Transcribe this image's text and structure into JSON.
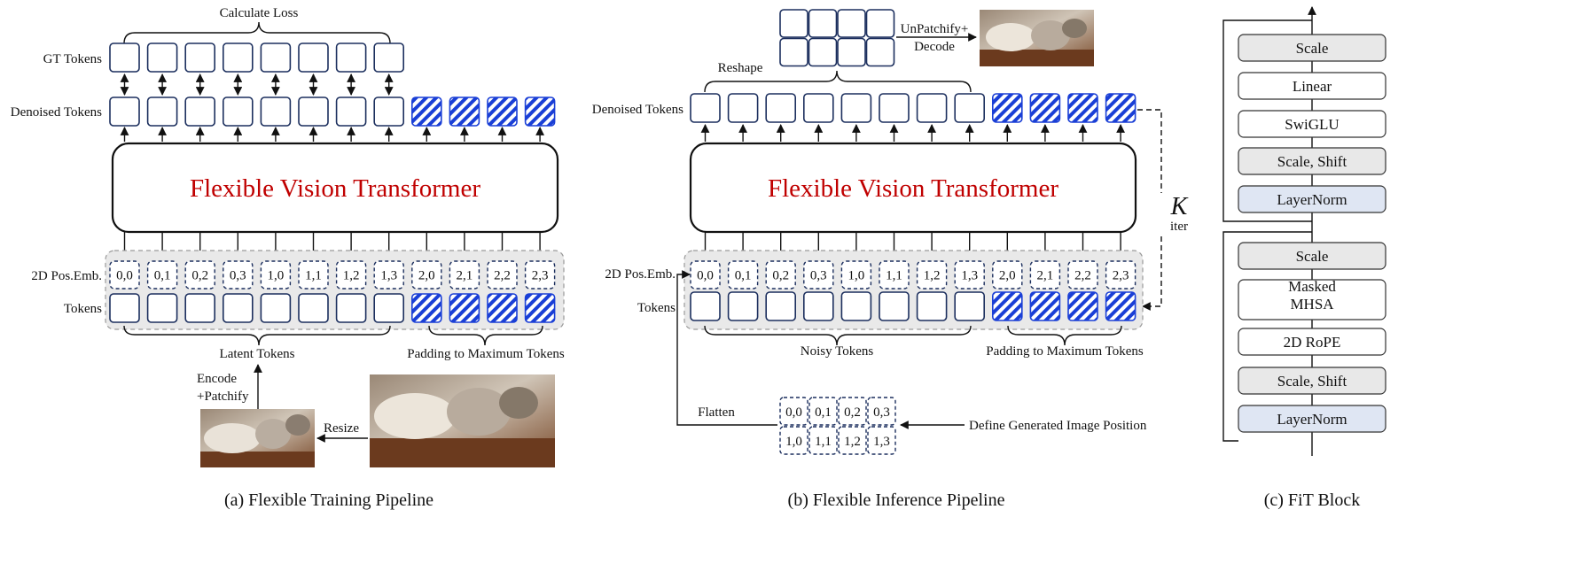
{
  "panel_a": {
    "calculate_loss": "Calculate Loss",
    "gt_tokens": "GT Tokens",
    "denoised_tokens": "Denoised Tokens",
    "model_title": "Flexible Vision Transformer",
    "pos_emb": "2D Pos.Emb.",
    "tokens": "Tokens",
    "positions": [
      "0,0",
      "0,1",
      "0,2",
      "0,3",
      "1,0",
      "1,1",
      "1,2",
      "1,3",
      "2,0",
      "2,1",
      "2,2",
      "2,3"
    ],
    "latent_tokens": "Latent Tokens",
    "padding": "Padding to Maximum Tokens",
    "encode_line1": "Encode",
    "encode_line2": "+Patchify",
    "resize": "Resize",
    "caption": "(a) Flexible Training Pipeline"
  },
  "panel_b": {
    "unpatchify_line1": "UnPatchify+",
    "unpatchify_line2": "Decode",
    "reshape": "Reshape",
    "denoised_tokens": "Denoised Tokens",
    "model_title": "Flexible Vision Transformer",
    "k_label": "K",
    "iter_label": "iter",
    "pos_emb": "2D Pos.Emb.",
    "tokens": "Tokens",
    "positions": [
      "0,0",
      "0,1",
      "0,2",
      "0,3",
      "1,0",
      "1,1",
      "1,2",
      "1,3",
      "2,0",
      "2,1",
      "2,2",
      "2,3"
    ],
    "noisy_tokens": "Noisy Tokens",
    "padding": "Padding to Maximum Tokens",
    "flatten": "Flatten",
    "grid_positions": [
      "0,0",
      "0,1",
      "0,2",
      "0,3",
      "1,0",
      "1,1",
      "1,2",
      "1,3"
    ],
    "define_position": "Define Generated Image Position",
    "caption": "(b) Flexible Inference Pipeline"
  },
  "panel_c": {
    "upper_block": [
      "Scale",
      "Linear",
      "SwiGLU",
      "Scale, Shift",
      "LayerNorm"
    ],
    "lower_block": [
      "Scale",
      "Masked MHSA",
      "2D RoPE",
      "Scale, Shift",
      "LayerNorm"
    ],
    "caption": "(c) FiT Block"
  },
  "colors": {
    "title_red": "#c00000",
    "token_border": "#1c2f5e",
    "padding_blue": "#1a3fd6",
    "layernorm_blue": "#dfe6f3",
    "scale_gray": "#e8e8e8"
  }
}
